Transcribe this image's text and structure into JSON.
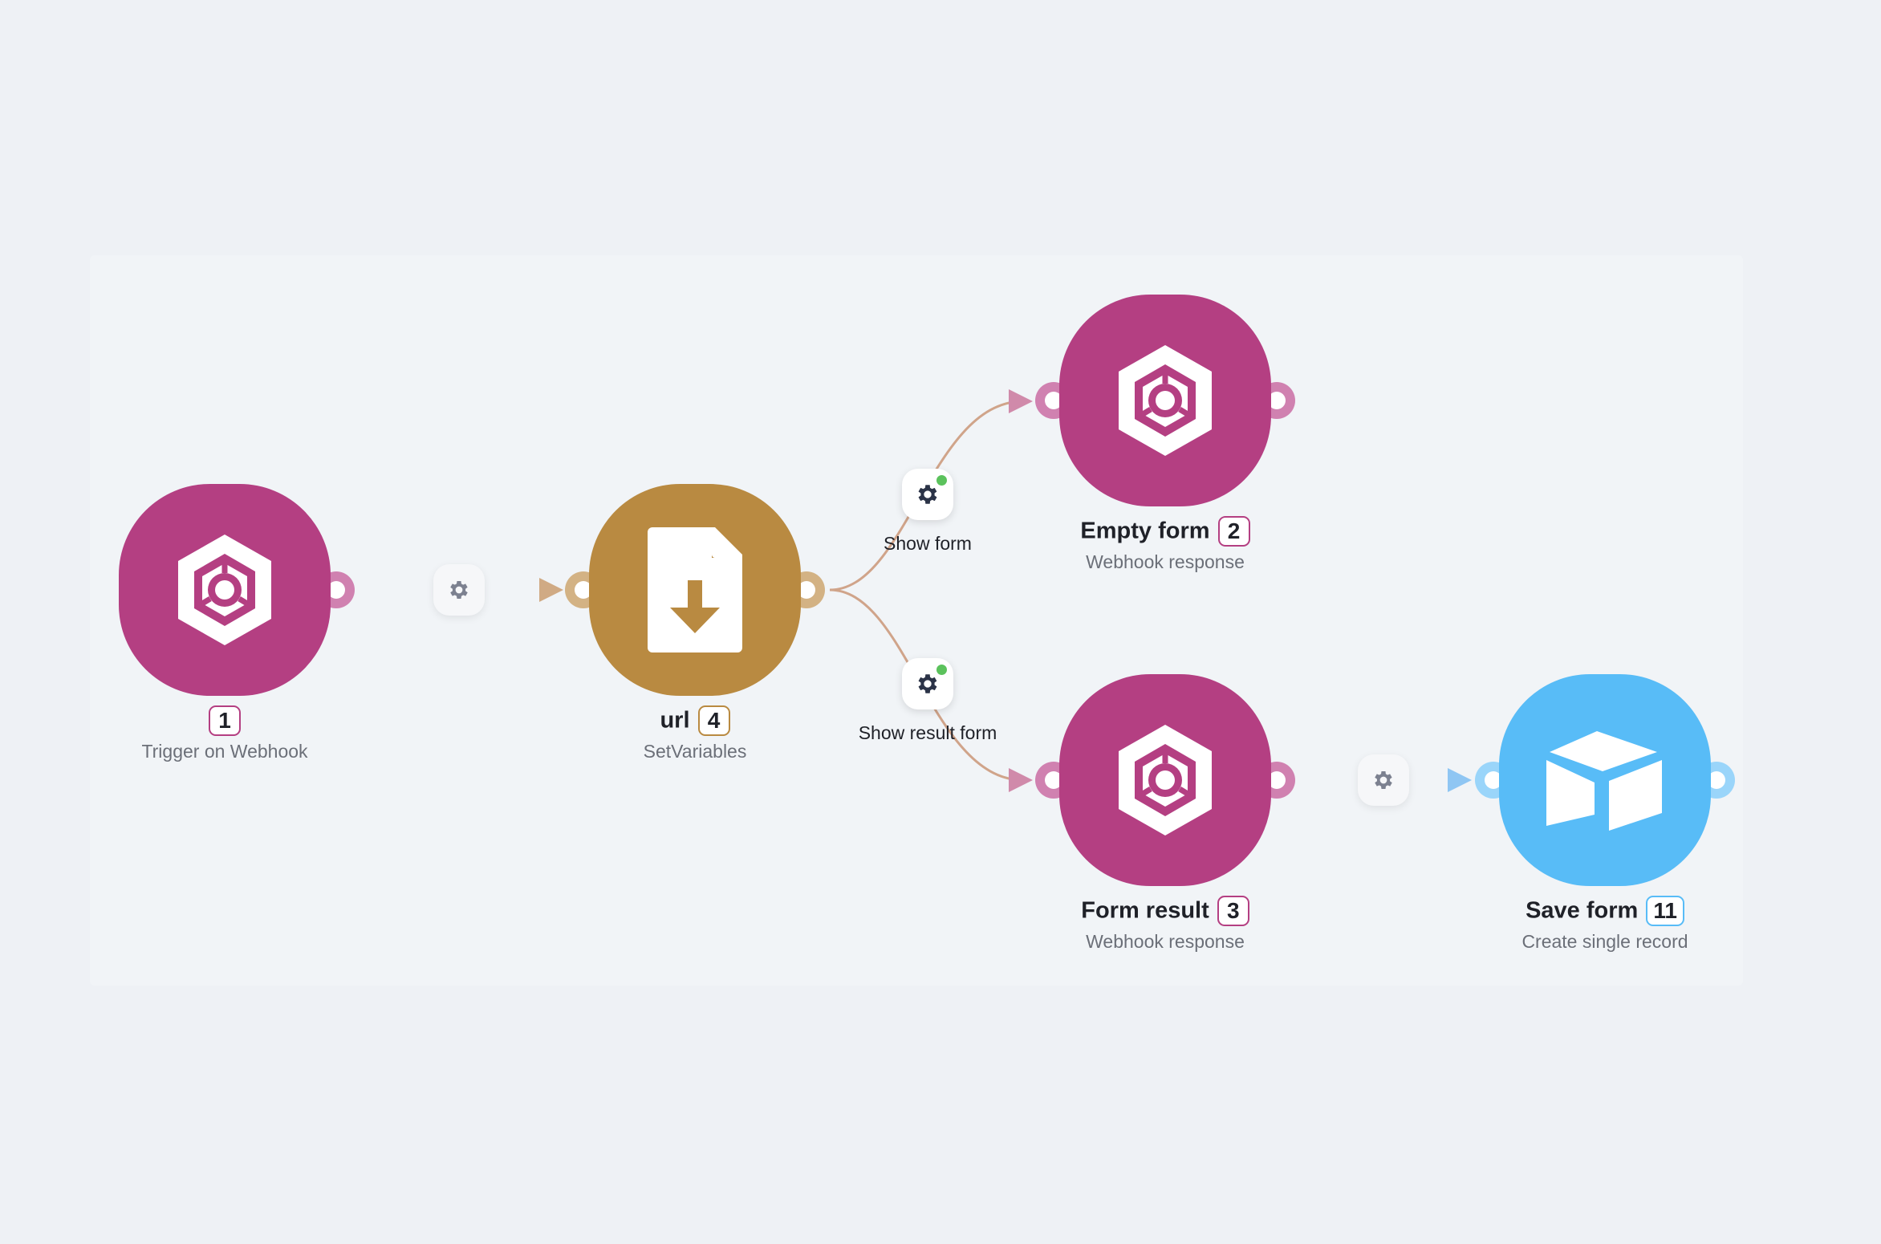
{
  "colors": {
    "background": "#eef1f5",
    "webhook": "#b43f82",
    "webhook_port": "#d081b0",
    "tools": "#b98a41",
    "tools_port": "#d3b284",
    "airtable": "#58bcf7",
    "airtable_port": "#9ad5fa",
    "line_webhook": "#d08aaa",
    "line_tools": "#d0aa84",
    "line_airtable": "#8fc6f3",
    "status_green": "#5bc25c"
  },
  "nodes": [
    {
      "id": "1",
      "title": "",
      "module": "Trigger on Webhook",
      "app": "webhooks",
      "icon": "webhooks-hexagon-icon",
      "badge_color": "#b43f82"
    },
    {
      "id": "4",
      "title": "url",
      "module": "SetVariables",
      "app": "tools",
      "icon": "file-download-icon",
      "badge_color": "#b98a41"
    },
    {
      "id": "2",
      "title": "Empty form",
      "module": "Webhook response",
      "app": "webhooks",
      "icon": "webhooks-hexagon-icon",
      "badge_color": "#b43f82"
    },
    {
      "id": "3",
      "title": "Form result",
      "module": "Webhook response",
      "app": "webhooks",
      "icon": "webhooks-hexagon-icon",
      "badge_color": "#b43f82"
    },
    {
      "id": "11",
      "title": "Save form",
      "module": "Create single record",
      "app": "airtable",
      "icon": "airtable-box-icon",
      "badge_color": "#58bcf7"
    }
  ],
  "routes": [
    {
      "label": "Show form",
      "filter_active": true
    },
    {
      "label": "Show result form",
      "filter_active": true
    }
  ]
}
